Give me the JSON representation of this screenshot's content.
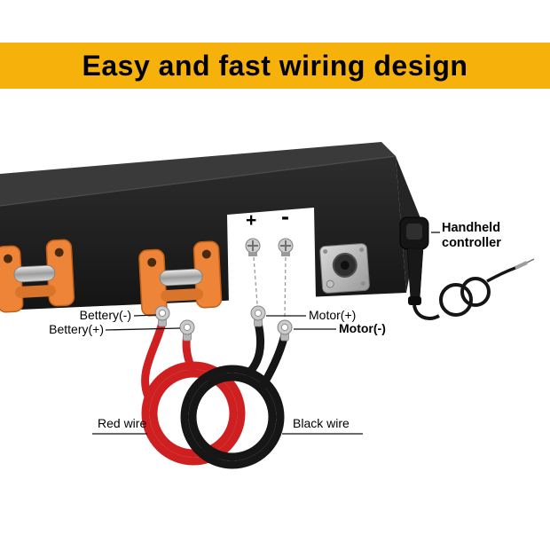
{
  "banner": {
    "title": "Easy and fast wiring design"
  },
  "device": {
    "terminal_plus": "+",
    "terminal_minus": "-"
  },
  "labels": {
    "battery_neg": "Bettery(-)",
    "battery_pos": "Bettery(+)",
    "motor_pos": "Motor(+)",
    "motor_neg": "Motor(-)",
    "red_wire": "Red wire",
    "black_wire": "Black wire",
    "controller": "Handheld controller"
  },
  "colors": {
    "banner_bg": "#F6B20B",
    "red_wire": "#CE2020",
    "black_wire": "#161616",
    "orange_bracket": "#ED8438",
    "device_body": "#1F1F1F"
  }
}
